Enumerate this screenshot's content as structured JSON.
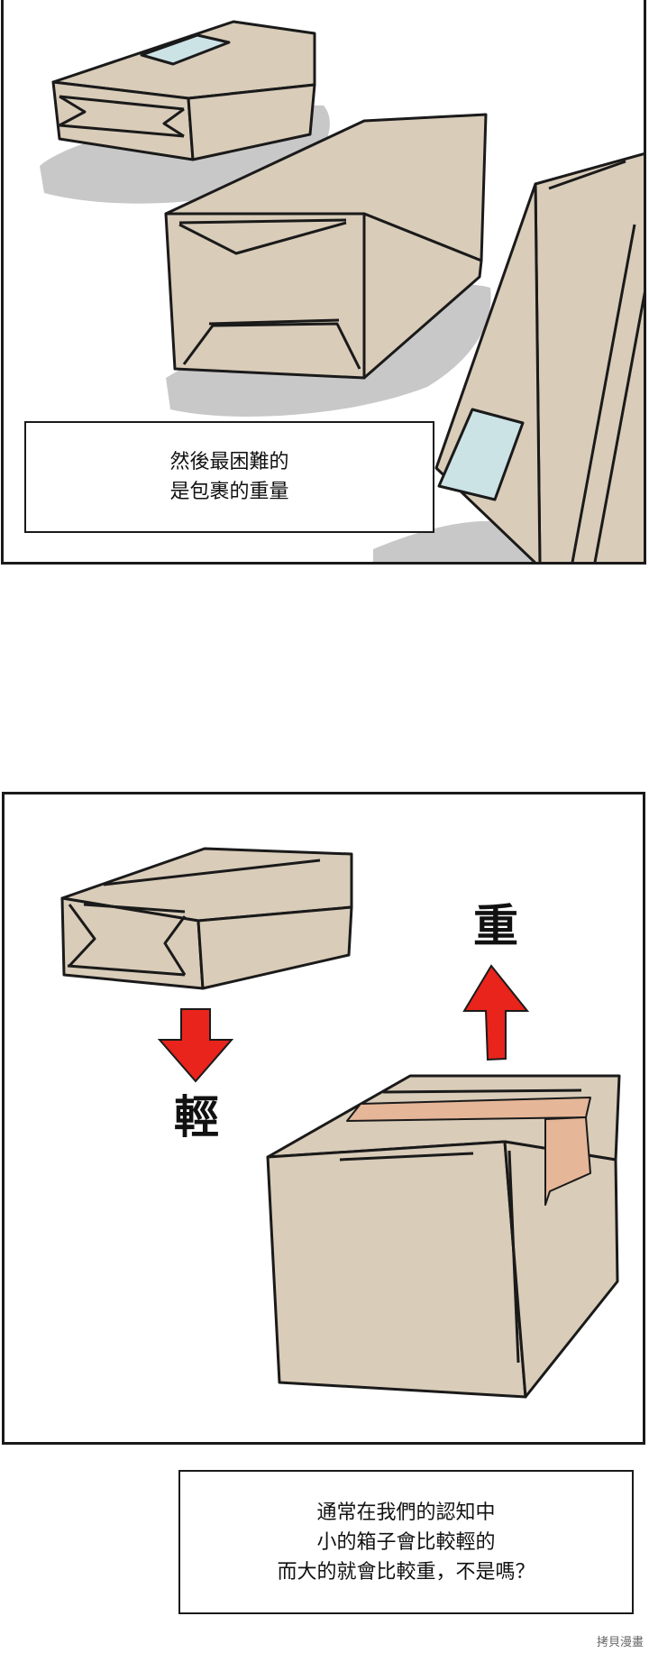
{
  "panel1": {
    "caption_lines": [
      "然後最困難的",
      "是包裹的重量"
    ]
  },
  "panel2": {
    "label_light": "輕",
    "label_heavy": "重",
    "arrow_color": "#e8241c"
  },
  "caption2": {
    "lines": [
      "通常在我們的認知中",
      "小的箱子會比較輕的",
      "而大的就會比較重，不是嗎？"
    ]
  },
  "colors": {
    "box": "#d9ccb9",
    "shadow": "#c8c8c8",
    "label": "#cce3e6",
    "tape": "#e6b698"
  },
  "watermark": "拷貝漫畫"
}
